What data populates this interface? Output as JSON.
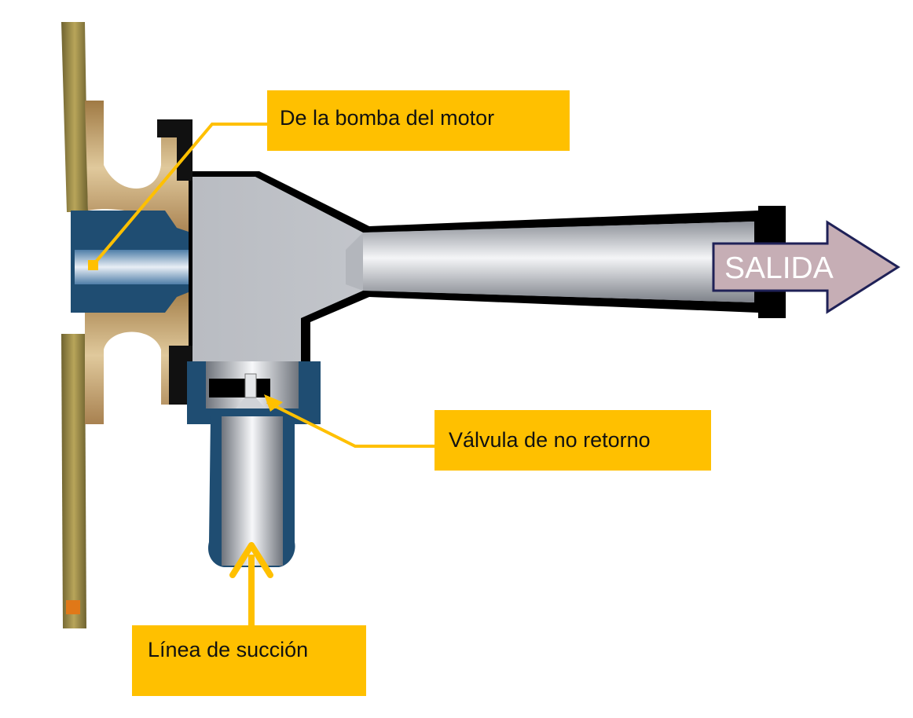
{
  "labels": {
    "pump_source": "De la bomba del motor",
    "check_valve": "Válvula de no retorno",
    "suction_line": "Línea de succión",
    "outlet": "SALIDA"
  },
  "colors": {
    "callout_fill": "#ffc000",
    "leader_line": "#ffc000",
    "outlet_arrow_fill": "#c6aeb5",
    "outlet_arrow_stroke": "#1f2157",
    "housing_outline": "#000000",
    "casting_brass": "#c2a06c",
    "flange_olive": "#9c8a42",
    "nozzle_blue": "#1f4d72",
    "body_steel": "#c9ccd1"
  }
}
